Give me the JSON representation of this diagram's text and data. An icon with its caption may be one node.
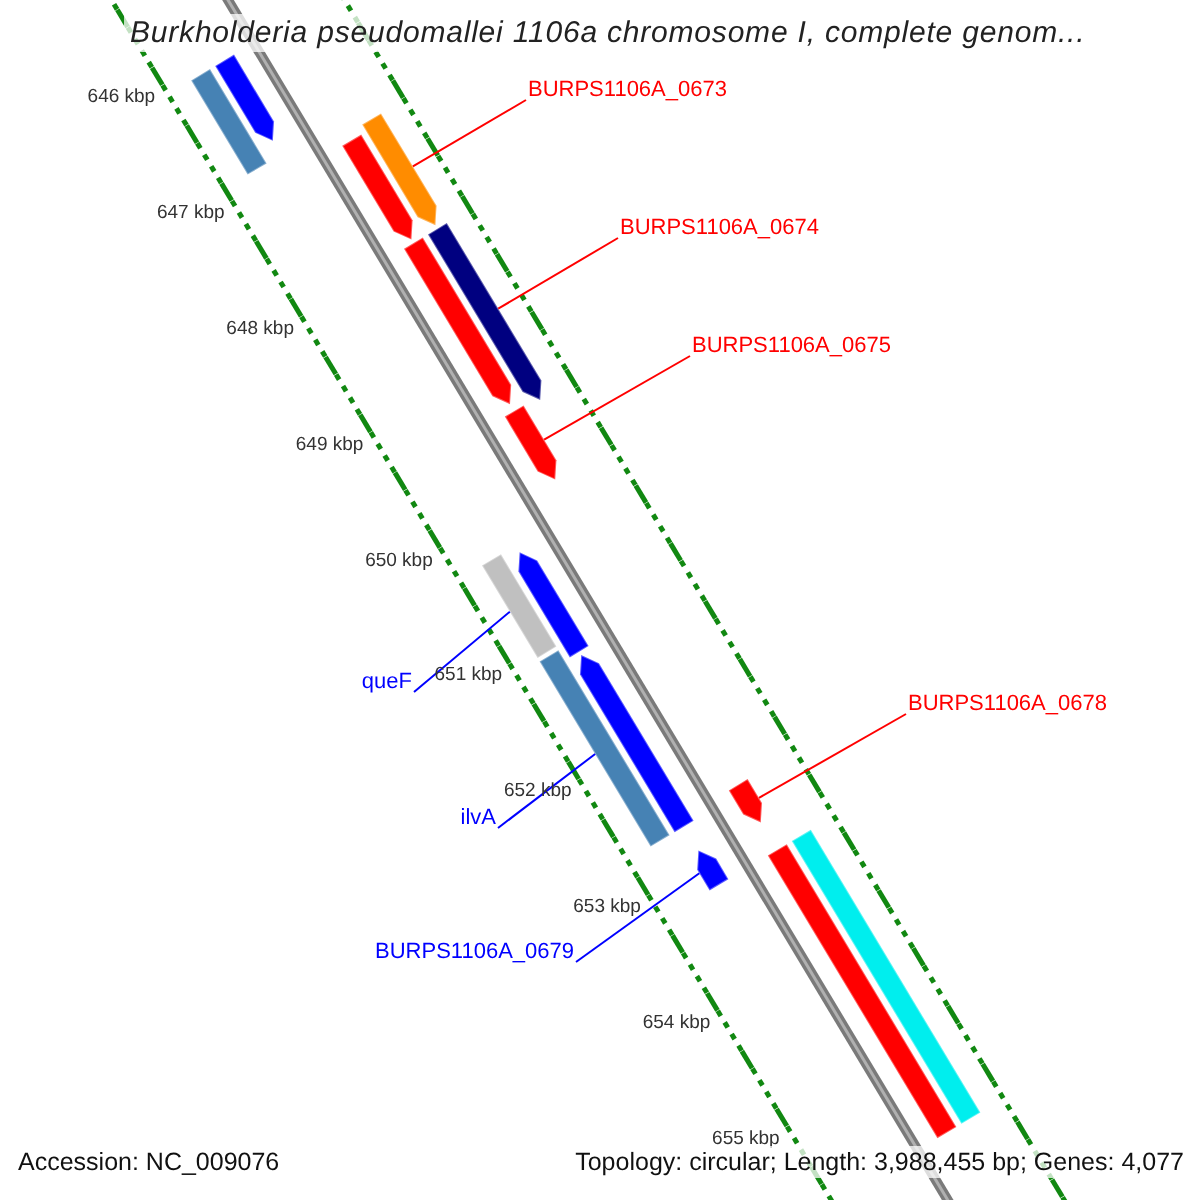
{
  "diagram": {
    "title": "Burkholderia pseudomallei 1106a chromosome I, complete genom...",
    "nodes": [
      {
        "text": [
          "BURPS1106A_0673"
        ]
      },
      {
        "text": [
          "BURPS1106A_0674"
        ]
      },
      {
        "text": [
          "BURPS1106A_0675"
        ]
      },
      {
        "text": [
          "BURPS1106A_0678"
        ]
      },
      {
        "text": [
          "queF"
        ]
      },
      {
        "text": [
          "ilvA"
        ]
      },
      {
        "text": [
          "BURPS1106A_0679"
        ]
      },
      {
        "text": [],
        "shape": "bar"
      },
      {
        "text": [],
        "shape": "bar"
      },
      {
        "text": [],
        "shape": "bar"
      },
      {
        "text": [],
        "shape": "bar"
      },
      {
        "text": [],
        "shape": "bar"
      },
      {
        "text": [],
        "shape": "bar"
      },
      {
        "text": [],
        "shape": "bar"
      },
      {
        "text": [],
        "shape": "bar"
      },
      {
        "text": [],
        "shape": "bar"
      },
      {
        "text": [],
        "shape": "bar"
      },
      {
        "text": [],
        "shape": "bar"
      },
      {
        "text": [],
        "shape": "bar"
      },
      {
        "text": [],
        "shape": "bar"
      },
      {
        "text": [],
        "shape": "bar"
      },
      {
        "text": [],
        "shape": "bar"
      }
    ],
    "edges": [
      {
        "from": 0,
        "to": 9,
        "arrow": "none",
        "color": "#ff0000"
      },
      {
        "from": 1,
        "to": 11,
        "arrow": "none",
        "color": "#ff0000"
      },
      {
        "from": 2,
        "to": 13,
        "arrow": "none",
        "color": "#ff0000"
      },
      {
        "from": 3,
        "to": 18,
        "arrow": "none",
        "color": "#ff0000"
      },
      {
        "from": 4,
        "to": 14,
        "arrow": "none",
        "color": "#0000ff"
      },
      {
        "from": 5,
        "to": 16,
        "arrow": "none",
        "color": "#0000ff"
      },
      {
        "from": 6,
        "to": 19,
        "arrow": "none",
        "color": "#0000ff"
      }
    ],
    "labels": [
      "646 kbp",
      "647 kbp",
      "648 kbp",
      "649 kbp",
      "650 kbp",
      "651 kbp",
      "652 kbp",
      "653 kbp",
      "654 kbp",
      "655 kbp",
      "Accession: NC_009076",
      "Topology: circular; Length: 3,988,455 bp; Genes: 4,077"
    ]
  }
}
